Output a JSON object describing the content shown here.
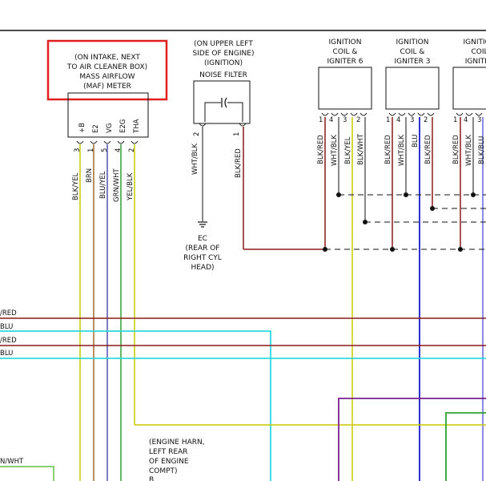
{
  "maf": {
    "callout": [
      "(ON INTAKE, NEXT",
      "TO AIR CLEANER BOX)",
      "MASS AIRFLOW",
      "(MAF) METER"
    ],
    "terminals": [
      "+B",
      "E2",
      "VG",
      "E2G",
      "THA"
    ],
    "pins": [
      "3",
      "1",
      "5",
      "4",
      "2"
    ],
    "wires": [
      "BLK/YEL",
      "BRN",
      "BLU/YEL",
      "GRN/WHT",
      "YEL/BLK"
    ]
  },
  "noise_filter": {
    "caption": [
      "(ON UPPER LEFT",
      "SIDE OF ENGINE)",
      "(IGNITION)",
      "NOISE FILTER"
    ],
    "pins": [
      "2",
      "1"
    ],
    "wires": [
      "WHT/BLK",
      "BLK/RED"
    ]
  },
  "ground": {
    "label": [
      "EC",
      "(REAR OF",
      "RIGHT CYL",
      "HEAD)"
    ]
  },
  "coils": [
    {
      "title": [
        "IGNITION",
        "COIL &",
        "IGNITER 6"
      ],
      "pins": [
        "1",
        "4",
        "3",
        "2"
      ],
      "wires": [
        "BLK/RED",
        "WHT/BLK",
        "BLK/YEL",
        "BLK/WHT"
      ]
    },
    {
      "title": [
        "IGNITION",
        "COIL &",
        "IGNITER 3"
      ],
      "pins": [
        "1",
        "4",
        "3",
        "2"
      ],
      "wires": [
        "BLK/RED",
        "WHT/BLK",
        "BLU",
        "BLK/RED"
      ]
    },
    {
      "title": [
        "IGNITION",
        "COIL",
        "IGNITER"
      ],
      "pins": [
        "1",
        "4",
        "3"
      ],
      "wires": [
        "BLK/RED",
        "WHT/BLK",
        "BLK/BLU"
      ]
    }
  ],
  "left_wires": [
    "/RED",
    "BLU",
    "/RED",
    "BLU"
  ],
  "bottom_left_wire": "N/WHT",
  "harness_note": [
    "(ENGINE HARN,",
    "LEFT REAR",
    "OF ENGINE",
    "COMPT)",
    "B"
  ],
  "colors": {
    "red_box": "#e02020",
    "wire_red": "#8b1a1a",
    "wire_cyan": "#30d8e0",
    "wire_yellow": "#c8c800",
    "wire_blue": "#1a1ad0",
    "wire_purple": "#7a2090",
    "wire_green": "#30a030",
    "wire_brown": "#a06a20",
    "wire_olive": "#a0a020"
  }
}
